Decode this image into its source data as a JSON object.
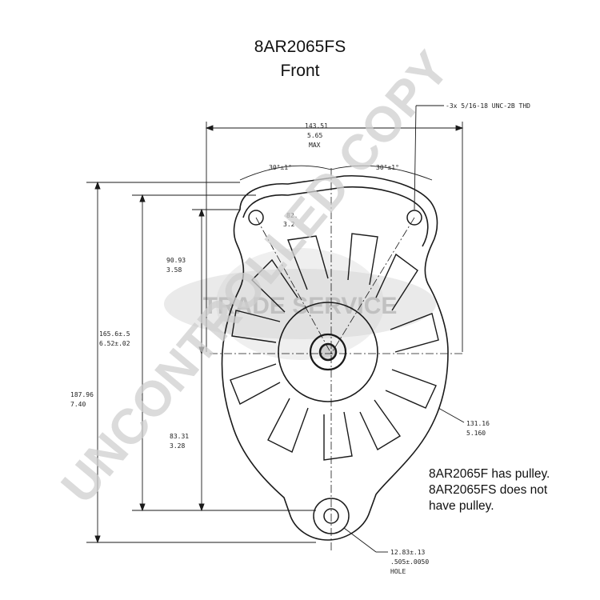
{
  "title": "8AR2065FS",
  "subtitle": "Front",
  "note": {
    "line1": "8AR2065F has pulley.",
    "line2": "8AR2065FS does not",
    "line3": "have pulley."
  },
  "watermark": {
    "main": "UNCONTROLLED COPY",
    "logo": "TRADE SERVICE"
  },
  "dimensions": {
    "thread": "-3x 5/16-18 UNC-2B THD",
    "width_mm": "143.51",
    "width_in": "5.65",
    "width_tag": "MAX",
    "angle_left": "30°±1°",
    "angle_right": "30°±1°",
    "small_mm": "82.",
    "small_in": "3.2",
    "top_height_mm": "90.93",
    "top_height_in": "3.58",
    "mid_height_mm": "165.6±.5",
    "mid_height_in": "6.52±.02",
    "total_height_mm": "187.96",
    "total_height_in": "7.40",
    "low_height_mm": "83.31",
    "low_height_in": "3.28",
    "radius_mm": "131.16",
    "radius_in": "5.160",
    "hole_mm": "12.83±.13",
    "hole_in": ".505±.0050",
    "hole_tag": "HOLE"
  },
  "colors": {
    "line": "#1a1a1a",
    "watermark": "#d2d2d2",
    "logo": "#bdbdbd"
  }
}
